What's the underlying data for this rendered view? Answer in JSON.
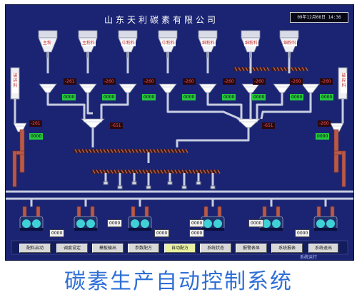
{
  "window": {
    "title": "山东天利碳素有限公司",
    "clock": "09年12月08日 14:36"
  },
  "bins_top": [
    "主粉",
    "主粉料",
    "中粉料",
    "中粉料",
    "细粉料",
    "细粉料",
    "细粉料"
  ],
  "bins_side": {
    "left": "破碎料",
    "right": "破碎料"
  },
  "feeder_weights": [
    "-261",
    "-260",
    "-260",
    "-260",
    "-260",
    "-260",
    "-260",
    "-260"
  ],
  "feeder_setpoints": [
    "0000",
    "0000",
    "0000",
    "0000",
    "0000",
    "0000",
    "0000",
    "0000"
  ],
  "side_weights": {
    "left": "-261",
    "right": "-260"
  },
  "side_setpoints": {
    "left": "0000",
    "right": "0000"
  },
  "collector_weights": {
    "left": "-651",
    "right": "-651"
  },
  "mixer_counters": [
    "0000",
    "0000",
    "0000",
    "0000",
    "0000",
    "0000",
    "0000"
  ],
  "buttons": [
    "配料启动",
    "调度设定",
    "模板输出",
    "参数配方",
    "自动配方",
    "系统状态",
    "报警表显",
    "系统报表",
    "系统退出"
  ],
  "active_button": 4,
  "status_bar": "系统运行",
  "caption": "碳素生产自动控制系统",
  "colors": {
    "background": "#1a2473",
    "pipe": "#c8cde0",
    "brick": "#b85a4a",
    "vessel": "#3fd1d6",
    "warning": "#ff5050",
    "ok": "#27c93f"
  }
}
